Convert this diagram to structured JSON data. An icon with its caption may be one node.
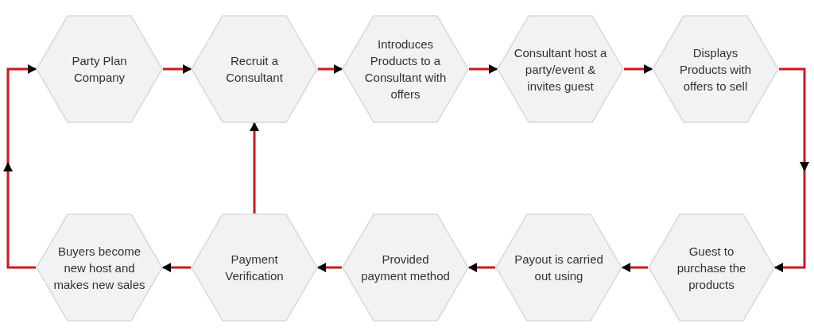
{
  "diagram": {
    "nodes": [
      {
        "text": [
          "Party Plan Company"
        ]
      },
      {
        "text": [
          "Recruit a Consultant"
        ]
      },
      {
        "text": [
          "Introduces Products to a Consultant with offers"
        ]
      },
      {
        "text": [
          "Consultant host a party/event & invites guest"
        ]
      },
      {
        "text": [
          "Displays Products with offers to sell"
        ]
      },
      {
        "text": [
          "Buyers become new host and makes new sales"
        ]
      },
      {
        "text": [
          "Payment Verification"
        ]
      },
      {
        "text": [
          "Provided payment method"
        ]
      },
      {
        "text": [
          "Payout is carried out using"
        ]
      },
      {
        "text": [
          "Guest to purchase the products"
        ]
      }
    ],
    "edges": [
      {
        "from": 0,
        "to": 1,
        "arrow": "to"
      },
      {
        "from": 1,
        "to": 2,
        "arrow": "to"
      },
      {
        "from": 2,
        "to": 3,
        "arrow": "to"
      },
      {
        "from": 3,
        "to": 4,
        "arrow": "to"
      },
      {
        "from": 4,
        "to": 9,
        "arrow": "to"
      },
      {
        "from": 9,
        "to": 8,
        "arrow": "to"
      },
      {
        "from": 8,
        "to": 7,
        "arrow": "to"
      },
      {
        "from": 7,
        "to": 6,
        "arrow": "to"
      },
      {
        "from": 6,
        "to": 5,
        "arrow": "to"
      },
      {
        "from": 6,
        "to": 1,
        "arrow": "to"
      },
      {
        "from": 5,
        "to": 0,
        "arrow": "to"
      }
    ]
  }
}
